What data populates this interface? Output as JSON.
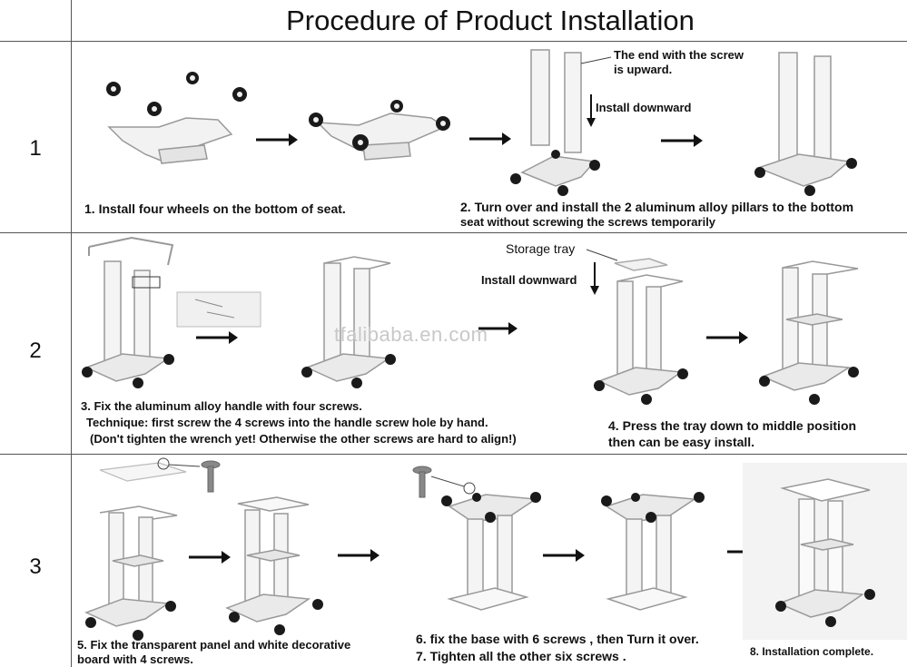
{
  "title": "Procedure of Product Installation",
  "rows": [
    {
      "number": "1",
      "captions": {
        "step1": "1. Install  four wheels on the bottom of seat.",
        "step2_line1": "2. Turn over and install the 2 aluminum alloy pillars to the bottom",
        "step2_line2": "seat without screwing the screws temporarily",
        "callout_screw_line1": "The end with the screw",
        "callout_screw_line2": "is upward.",
        "install_downward": "Install downward"
      }
    },
    {
      "number": "2",
      "captions": {
        "storage_tray": "Storage tray",
        "install_downward": "Install downward",
        "step3_line1": "3. Fix the aluminum alloy handle with four screws.",
        "step3_line2": "Technique: first screw the 4 screws into the handle screw hole by hand.",
        "step3_line3": "(Don't tighten the wrench yet! Otherwise the other screws are hard to align!)",
        "step4_line1": "4. Press the tray down to middle position",
        "step4_line2": "then can be easy install."
      }
    },
    {
      "number": "3",
      "captions": {
        "step5_line1": "5.  Fix the transparent panel and white decorative",
        "step5_line2": "board with 4 screws.",
        "step6": "6. fix the base with 6 screws , then Turn it over.",
        "step7": "7. Tighten all the other six screws .",
        "step8": "8. Installation complete."
      }
    }
  ],
  "watermark": "tfalibaba.en.com",
  "colors": {
    "line": "#555555",
    "art": "#9a9a9a",
    "wheel": "#1a1a1a"
  }
}
